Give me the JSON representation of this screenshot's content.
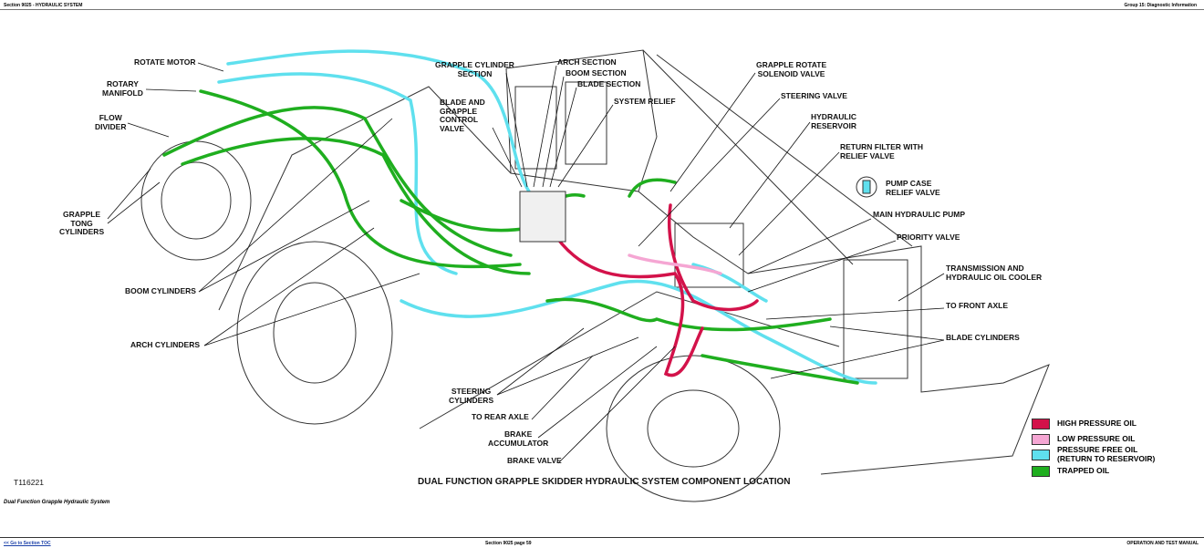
{
  "header": {
    "section": "Section 9025 - HYDRAULIC SYSTEM",
    "group": "Group 15: Diagnostic Information"
  },
  "figure": {
    "id": "T116221",
    "caption": "DUAL FUNCTION GRAPPLE SKIDDER HYDRAULIC SYSTEM COMPONENT LOCATION",
    "labels": {
      "rotate_motor": "ROTATE MOTOR",
      "rotary_manifold": "ROTARY\nMANIFOLD",
      "flow_divider": "FLOW\nDIVIDER",
      "grapple_tong_cylinders": "GRAPPLE\nTONG\nCYLINDERS",
      "boom_cylinders": "BOOM CYLINDERS",
      "arch_cylinders": "ARCH CYLINDERS",
      "grapple_cylinder_section": "GRAPPLE CYLINDER\nSECTION",
      "arch_section": "ARCH SECTION",
      "boom_section": "BOOM SECTION",
      "blade_section": "BLADE SECTION",
      "system_relief": "SYSTEM RELIEF",
      "blade_grapple_control_valve": "BLADE AND\nGRAPPLE\nCONTROL\nVALVE",
      "grapple_rotate_solenoid_valve": "GRAPPLE ROTATE\nSOLENOID VALVE",
      "steering_valve": "STEERING VALVE",
      "hydraulic_reservoir": "HYDRAULIC\nRESERVOIR",
      "return_filter": "RETURN FILTER WITH\nRELIEF VALVE",
      "pump_case_relief_valve": "PUMP CASE\nRELIEF VALVE",
      "main_hydraulic_pump": "MAIN HYDRAULIC PUMP",
      "priority_valve": "PRIORITY VALVE",
      "oil_cooler": "TRANSMISSION AND\nHYDRAULIC OIL COOLER",
      "to_front_axle": "TO FRONT AXLE",
      "blade_cylinders": "BLADE CYLINDERS",
      "steering_cylinders": "STEERING\nCYLINDERS",
      "to_rear_axle": "TO REAR AXLE",
      "brake_accumulator": "BRAKE\nACCUMULATOR",
      "brake_valve": "BRAKE VALVE"
    },
    "legend": [
      {
        "label": "HIGH PRESSURE OIL",
        "color": "#d3124a"
      },
      {
        "label": "LOW PRESSURE OIL",
        "color": "#f5a6d3"
      },
      {
        "label": "PRESSURE FREE OIL\n(RETURN TO RESERVOIR)",
        "color": "#5fe0ee"
      },
      {
        "label": "TRAPPED OIL",
        "color": "#1fae1f"
      }
    ]
  },
  "subtitle": "Dual Function Grapple Hydraulic System",
  "footer": {
    "toc_link": "<< Go to Section TOC",
    "page": "Section 9025 page 59",
    "manual": "OPERATION AND TEST MANUAL"
  }
}
